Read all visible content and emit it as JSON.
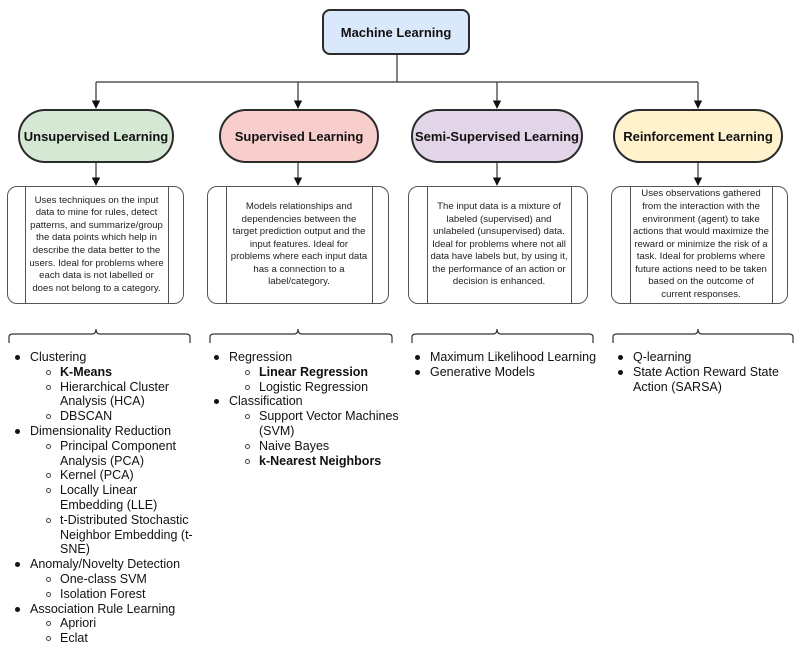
{
  "root": {
    "label": "Machine Learning",
    "color": "#dae8fc"
  },
  "categories": [
    {
      "label": "Unsupervised Learning",
      "color": "#d5e8d4",
      "description": "Uses techniques on the input data to mine for rules, detect patterns, and summarize/group the data points which help in describe the data better to the users. Ideal for problems where each data is not labelled or does not belong to a category.",
      "items": [
        {
          "label": "Clustering",
          "children": [
            {
              "label": "K-Means",
              "bold": true
            },
            {
              "label": "Hierarchical Cluster Analysis (HCA)",
              "bold": false
            },
            {
              "label": "DBSCAN",
              "bold": false
            }
          ]
        },
        {
          "label": "Dimensionality Reduction",
          "children": [
            {
              "label": "Principal Component Analysis (PCA)",
              "bold": false
            },
            {
              "label": "Kernel (PCA)",
              "bold": false
            },
            {
              "label": "Locally Linear Embedding (LLE)",
              "bold": false
            },
            {
              "label": "t-Distributed Stochastic Neighbor Embedding (t-SNE)",
              "bold": false
            }
          ]
        },
        {
          "label": "Anomaly/Novelty Detection",
          "children": [
            {
              "label": "One-class SVM",
              "bold": false
            },
            {
              "label": "Isolation Forest",
              "bold": false
            }
          ]
        },
        {
          "label": "Association Rule Learning",
          "children": [
            {
              "label": "Apriori",
              "bold": false
            },
            {
              "label": "Eclat",
              "bold": false
            }
          ]
        }
      ]
    },
    {
      "label": "Supervised Learning",
      "color": "#f8cecc",
      "description": "Models relationships and dependencies between the target prediction output and the input features. Ideal for problems where each input data has a connection to a label/category.",
      "items": [
        {
          "label": "Regression",
          "children": [
            {
              "label": "Linear Regression",
              "bold": true
            },
            {
              "label": "Logistic Regression",
              "bold": false
            }
          ]
        },
        {
          "label": "Classification",
          "children": [
            {
              "label": "Support Vector Machines (SVM)",
              "bold": false
            },
            {
              "label": "Naive Bayes",
              "bold": false
            },
            {
              "label": "k-Nearest Neighbors",
              "bold": true
            }
          ]
        }
      ]
    },
    {
      "label": "Semi-Supervised Learning",
      "color": "#e1d5e7",
      "description": "The input data is a mixture of labeled (supervised) and unlabeled (unsupervised) data. Ideal for problems where not all data have labels but, by using it, the performance of an action or decision is enhanced.",
      "items": [
        {
          "label": "Maximum Likelihood Learning",
          "children": []
        },
        {
          "label": "Generative Models",
          "children": []
        }
      ]
    },
    {
      "label": "Reinforcement Learning",
      "color": "#fff2cc",
      "description": "Uses observations gathered from the interaction with the environment (agent) to take actions that would maximize the reward or minimize the risk of a task. Ideal for problems where future actions need to be taken based on the outcome of current responses.",
      "items": [
        {
          "label": "Q-learning",
          "children": []
        },
        {
          "label": "State Action Reward State Action (SARSA)",
          "children": []
        }
      ]
    }
  ]
}
